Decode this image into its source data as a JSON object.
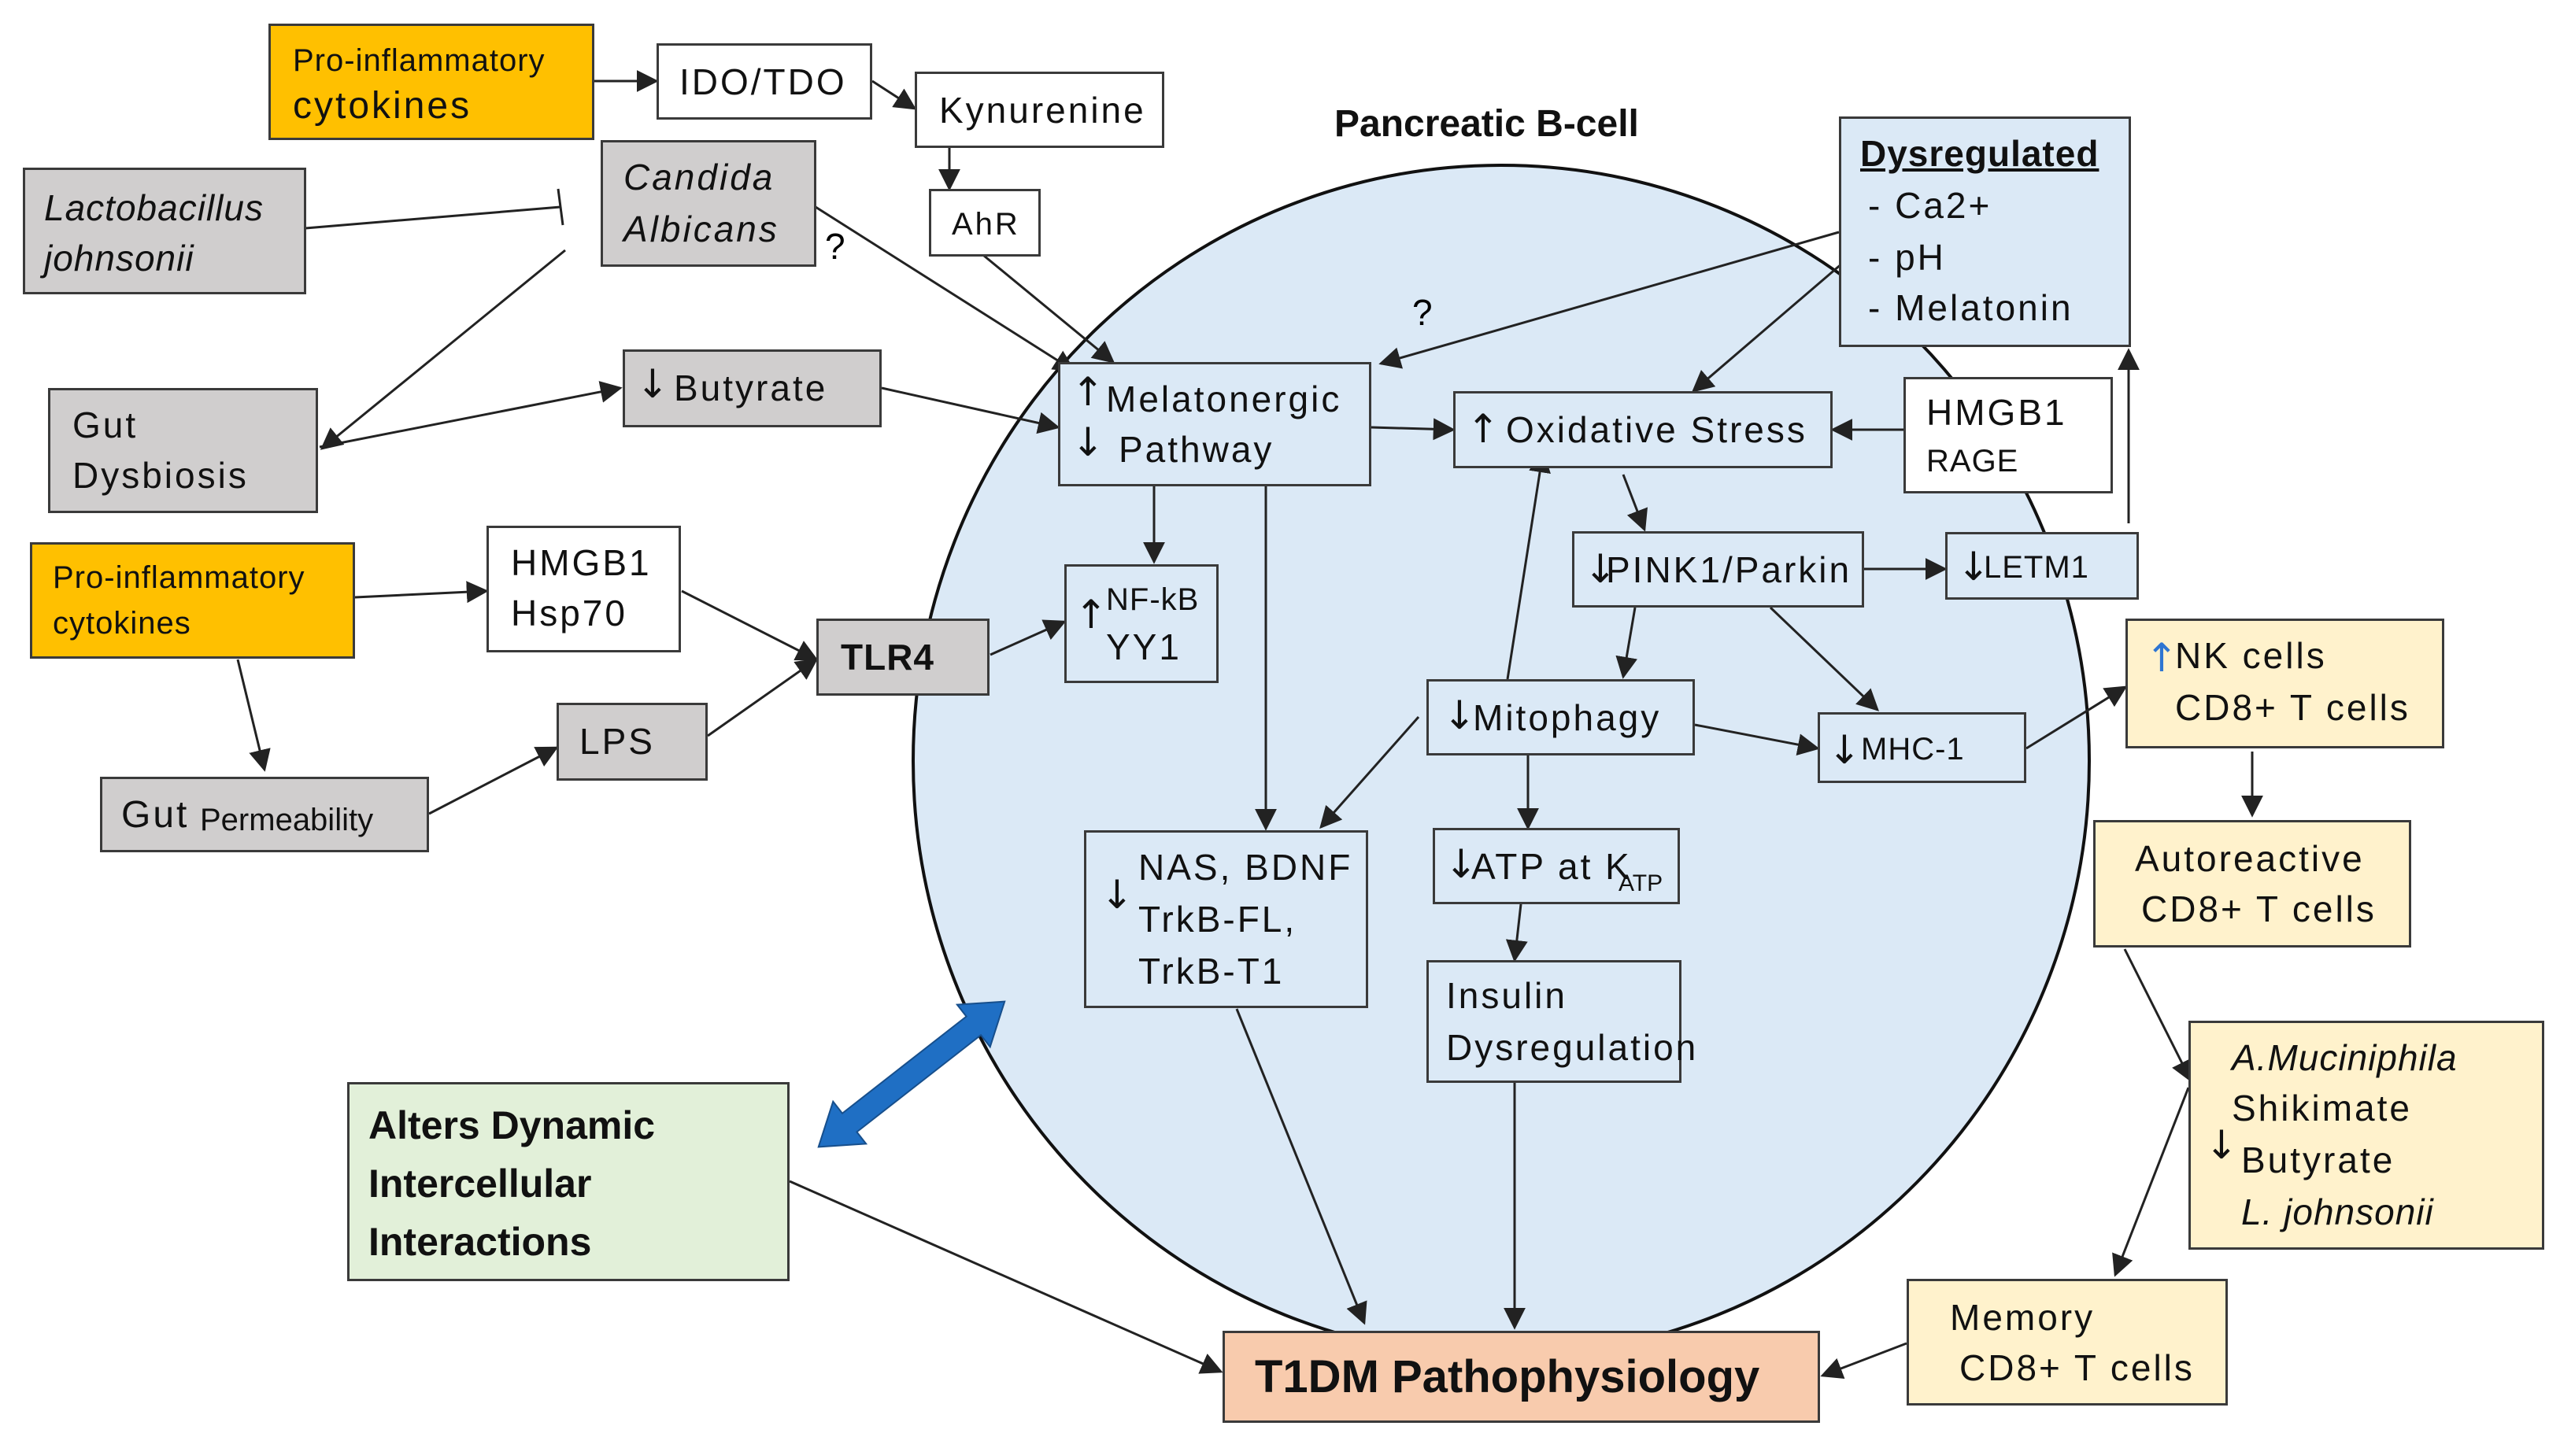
{
  "diagram": {
    "title": "Pancreatic Β-cell",
    "nodes": {
      "proinflam_top": [
        "Pro-inflammatory",
        "cytokines"
      ],
      "ido_tdo": "IDO/TDO",
      "kynurenine": "Kynurenine",
      "ahr": "AhR",
      "lactobacillus": [
        "Lactobacillus",
        "johnsonii"
      ],
      "candida": [
        "Candida",
        "Albicans"
      ],
      "gut_dysbiosis": [
        "Gut",
        "Dysbiosis"
      ],
      "butyrate_left": "Butyrate",
      "proinflam_mid": [
        "Pro-inflammatory",
        "cytokines"
      ],
      "hmgb1_hsp70": [
        "HMGB1",
        "Hsp70"
      ],
      "tlr4": "TLR4",
      "lps": "LPS",
      "gut_perm": [
        "Gut",
        "Permeability"
      ],
      "melatonergic": [
        "Melatonergic",
        "Pathway"
      ],
      "nfkb": [
        "NF-kB",
        "YY1"
      ],
      "nas_bdnf": [
        "NAS, BDNF",
        "TrkB-FL,",
        "TrkB-T1"
      ],
      "oxidative": "Oxidative Stress",
      "hmgb1_rage": [
        "HMGB1",
        "RAGE"
      ],
      "dysregulated": {
        "title": "Dysregulated",
        "items": [
          "- Ca2+",
          "- pH",
          "- Melatonin"
        ]
      },
      "pink1": "PINK1/Parkin",
      "letm1": "LETM1",
      "mitophagy": "Mitophagy",
      "mhc1": "MHC-1",
      "atp": {
        "main": "ATP at K",
        "sub": "ATP"
      },
      "insulin": [
        "Insulin",
        "Dysregulation"
      ],
      "nk_cells": [
        "NK cells",
        "CD8+ T cells"
      ],
      "autoreactive": [
        "Autoreactive",
        "CD8+ T cells"
      ],
      "muciniphila": [
        "A.Muciniphila",
        "Shikimate",
        "Butyrate",
        "L. johnsonii"
      ],
      "memory": [
        "Memory",
        "CD8+ T cells"
      ],
      "alters": [
        "Alters Dynamic",
        "Intercellular",
        "Interactions"
      ],
      "t1dm": "T1DM Pathophysiology"
    },
    "question_marks": [
      "?",
      "?"
    ],
    "colors": {
      "orange": "#ffc000",
      "grey": "#d0cece",
      "blue_cell": "#dbe9f6",
      "yellow": "#fff2cc",
      "green": "#e2f0d9",
      "salmon": "#f8cbad",
      "double_arrow": "#1f6fc4"
    }
  }
}
